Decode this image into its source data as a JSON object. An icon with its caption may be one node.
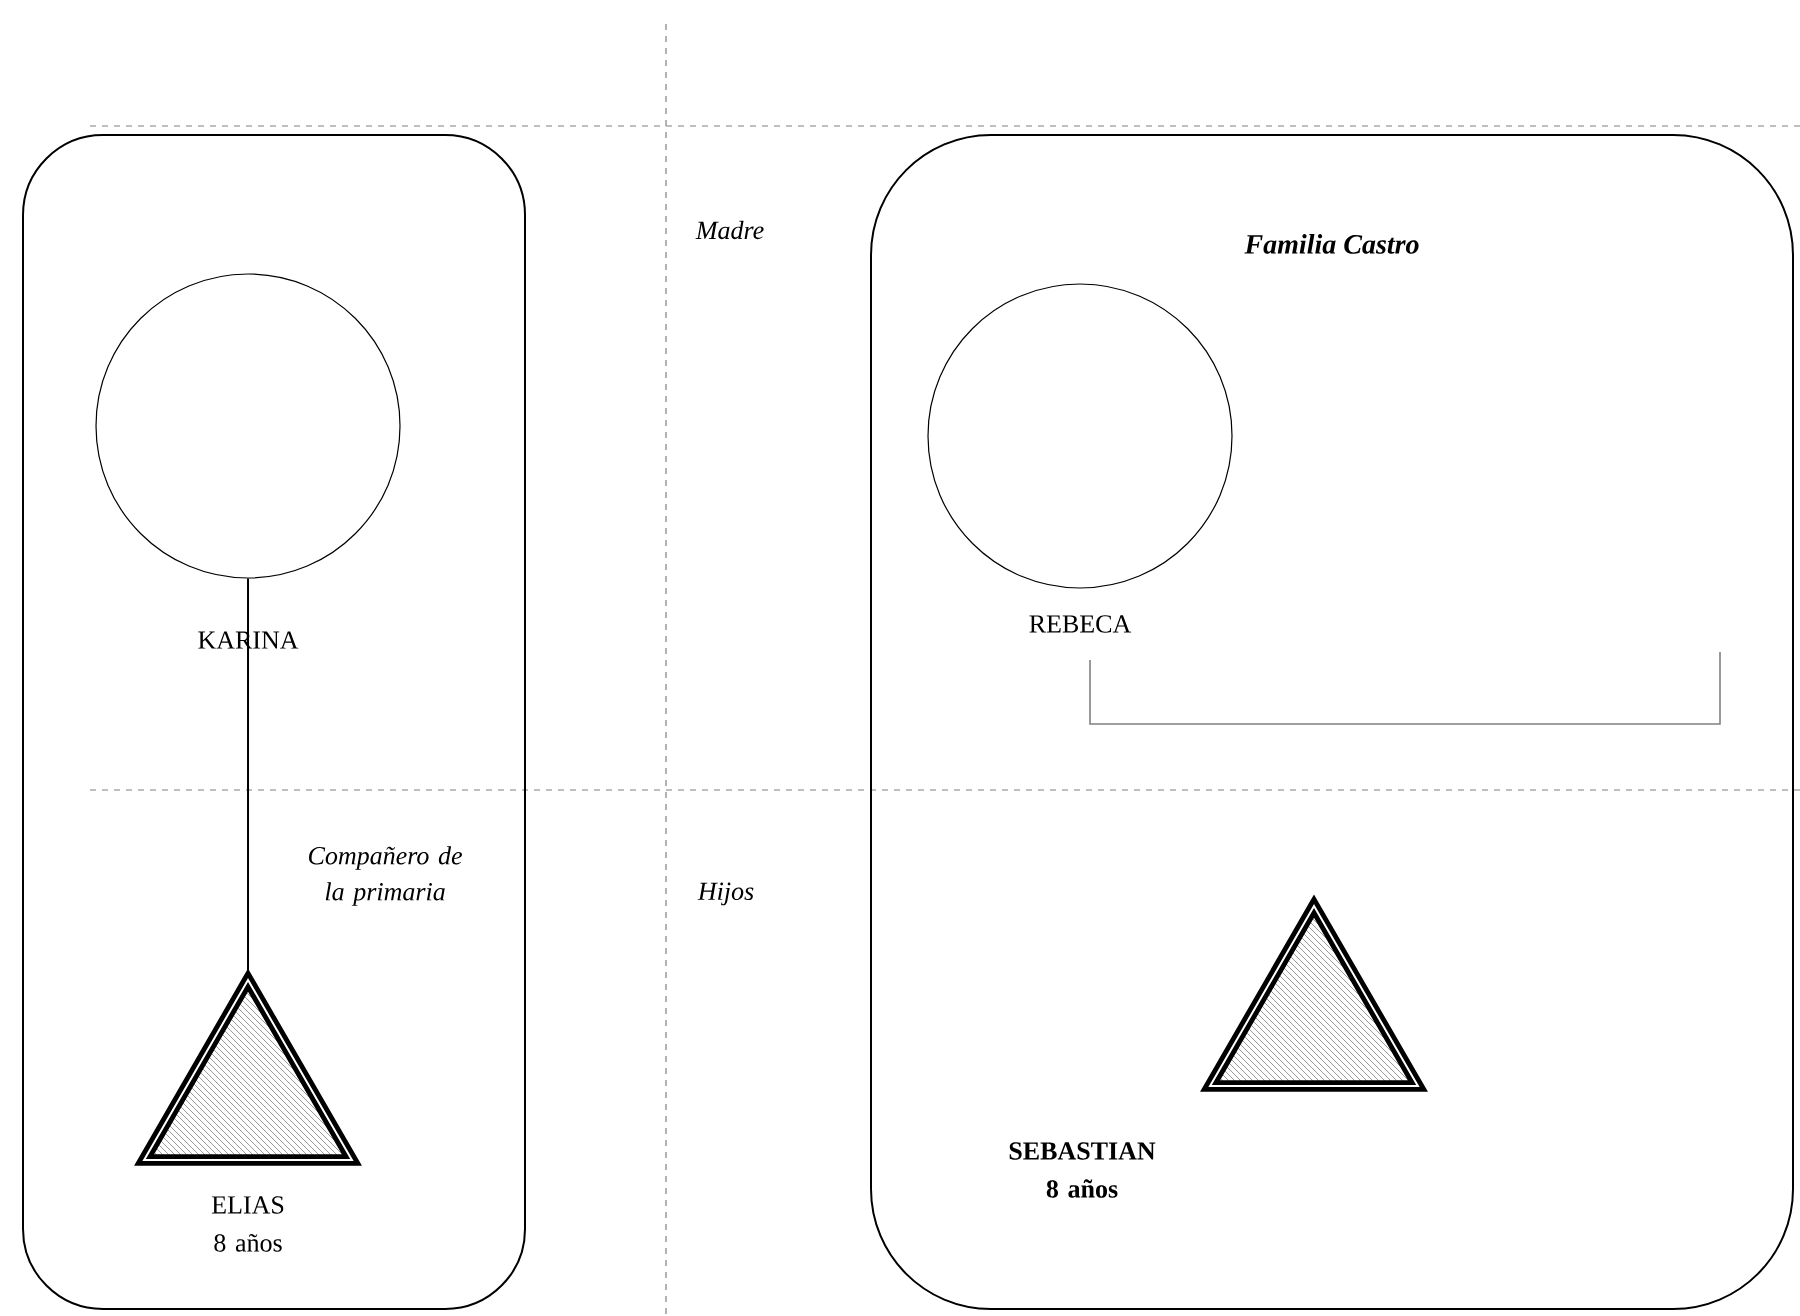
{
  "diagram": {
    "nodes": [
      {
        "text": [],
        "shape": "box"
      },
      {
        "text": [
          "KARINA"
        ],
        "in": 0
      },
      {
        "text": [
          "ELIAS 8 años"
        ],
        "in": 0
      },
      {
        "text": [
          "Familia Castro"
        ]
      },
      {
        "text": [
          "REBECA"
        ],
        "in": 3
      },
      {
        "text": [
          "SEBASTIAN 8 años"
        ],
        "in": 3
      }
    ],
    "edges": [
      {
        "from": 1,
        "to": 2,
        "arrow": "none",
        "label": "Compañero de la primaria"
      }
    ],
    "labels": [
      "Madre",
      "Hijos"
    ]
  }
}
